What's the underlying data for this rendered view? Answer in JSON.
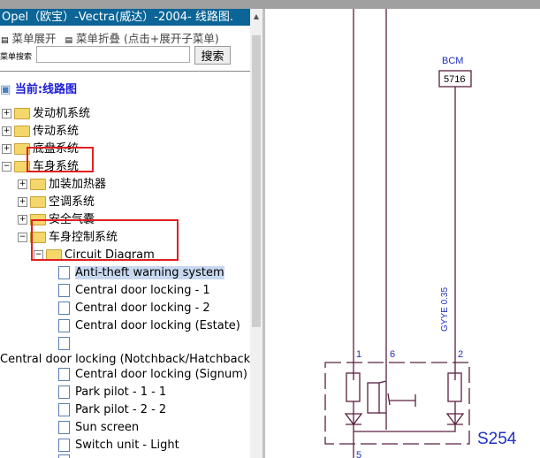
{
  "title": "Opel（欧宝）-Vectra(威达）-2004- 线路图.",
  "menu": {
    "expand": "菜单展开",
    "collapse": "菜单折叠",
    "hint": "(点击+展开子菜单)",
    "search_label": "菜单搜索",
    "search_button": "搜索",
    "search_value": ""
  },
  "current": "当前:线路图",
  "tree": [
    {
      "label": "发动机系统",
      "type": "folder",
      "pm": "+",
      "level": 0
    },
    {
      "label": "传动系统",
      "type": "folder",
      "pm": "+",
      "level": 0
    },
    {
      "label": "底盘系统",
      "type": "folder",
      "pm": "+",
      "level": 0
    },
    {
      "label": "车身系统",
      "type": "folder",
      "pm": "−",
      "level": 0
    },
    {
      "label": "加装加热器",
      "type": "folder",
      "pm": "+",
      "level": 1
    },
    {
      "label": "空调系统",
      "type": "folder",
      "pm": "+",
      "level": 1
    },
    {
      "label": "安全气囊",
      "type": "folder",
      "pm": "+",
      "level": 1
    },
    {
      "label": "车身控制系统",
      "type": "folder",
      "pm": "−",
      "level": 1
    },
    {
      "label": "Circuit Diagram",
      "type": "folder",
      "pm": "−",
      "level": 2
    },
    {
      "label": "Anti-theft warning system",
      "type": "doc",
      "selected": true
    },
    {
      "label": "Central door locking - 1",
      "type": "doc"
    },
    {
      "label": "Central door locking - 2",
      "type": "doc"
    },
    {
      "label": "Central door locking (Estate)",
      "type": "doc"
    },
    {
      "label": "",
      "type": "doc"
    },
    {
      "label": "Central door locking (Notchback/Hatchback)",
      "type": "wrap"
    },
    {
      "label": "Central door locking (Signum)",
      "type": "doc"
    },
    {
      "label": "Park pilot - 1 - 1",
      "type": "doc"
    },
    {
      "label": "Park pilot - 2 - 2",
      "type": "doc"
    },
    {
      "label": "Sun screen",
      "type": "doc"
    },
    {
      "label": "Switch unit - Light",
      "type": "doc"
    },
    {
      "label": "",
      "type": "doc"
    }
  ],
  "diagram": {
    "bcm": "BCM",
    "connector": "5716",
    "wire": "GYYE 0.35",
    "pin1": "1",
    "pin6": "6",
    "pin2": "2",
    "pin5": "5",
    "component": "S254"
  }
}
